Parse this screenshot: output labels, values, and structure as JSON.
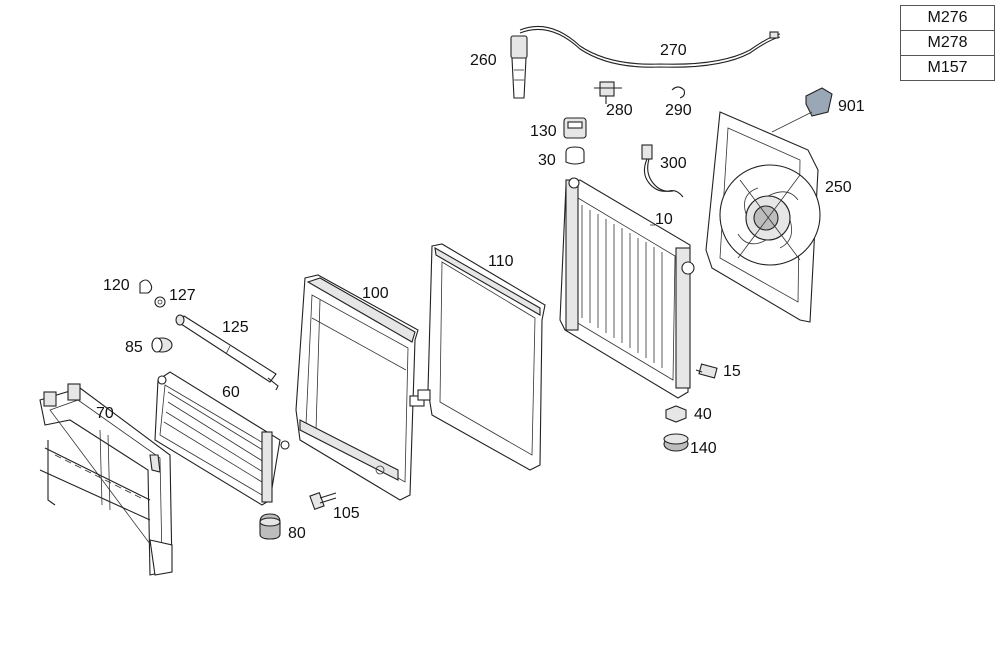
{
  "engine_variants": [
    "M276",
    "M278",
    "M157"
  ],
  "callouts": {
    "p10": "10",
    "p15": "15",
    "p30": "30",
    "p40": "40",
    "p60": "60",
    "p70": "70",
    "p80": "80",
    "p85": "85",
    "p100": "100",
    "p105": "105",
    "p110": "110",
    "p120": "120",
    "p125": "125",
    "p127": "127",
    "p130": "130",
    "p140": "140",
    "p250": "250",
    "p260": "260",
    "p270": "270",
    "p280": "280",
    "p290": "290",
    "p300": "300",
    "p901": "901"
  },
  "highlight_color": "#9aa7b6"
}
